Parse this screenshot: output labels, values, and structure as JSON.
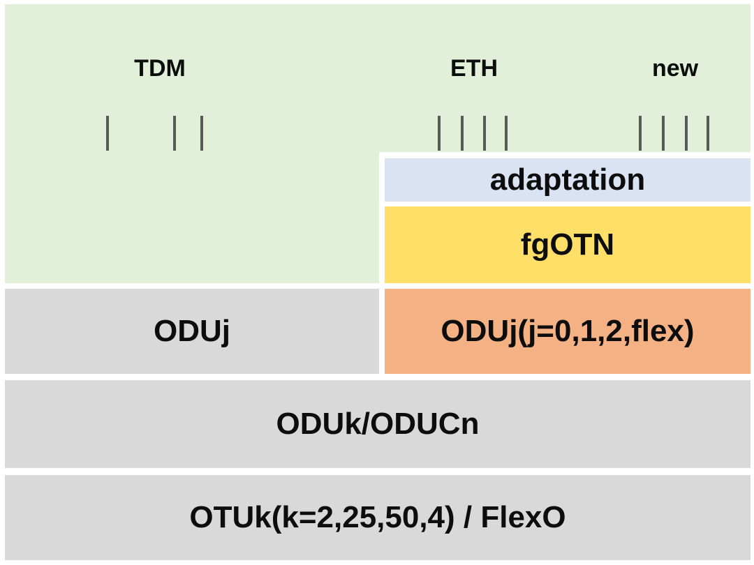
{
  "colors": {
    "green": "#e2f0d9",
    "blue": "#dae3f3",
    "yellow": "#ffdf67",
    "orange": "#f4b183",
    "grey": "#d9d9d9",
    "tick": "#595959"
  },
  "clients": {
    "groups": [
      {
        "label": "TDM",
        "tick_count": 3
      },
      {
        "label": "ETH",
        "tick_count": 4
      },
      {
        "label": "new",
        "tick_count": 4
      }
    ]
  },
  "layers": {
    "adaptation": "adaptation",
    "fgotn": "fgOTN",
    "oduj_left": "ODUj",
    "oduj_right": "ODUj(j=0,1,2,flex)",
    "oduk": "ODUk/ODUCn",
    "otuk": "OTUk(k=2,25,50,4) / FlexO"
  }
}
